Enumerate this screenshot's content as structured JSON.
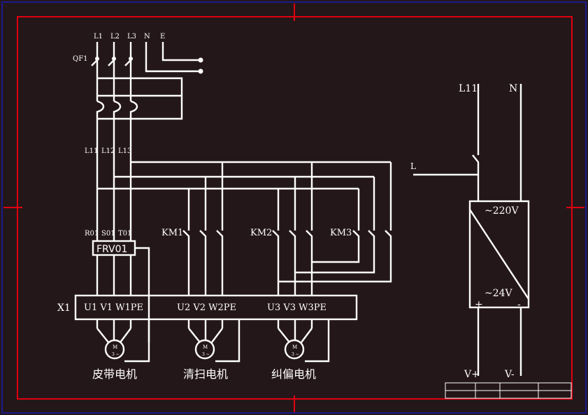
{
  "colors": {
    "background": "#241719",
    "wire": "#ffffff",
    "frame": "#e00010",
    "outer": "#1a1a8c"
  },
  "supply": {
    "L1": "L1",
    "L2": "L2",
    "L3": "L3",
    "N": "N",
    "E": "E"
  },
  "breaker": "QF1",
  "lines": {
    "a": "L11",
    "b": "L12",
    "c": "L13"
  },
  "inverter": {
    "label": "FRV01",
    "in_r": "R01",
    "in_s": "S01",
    "in_t": "T01"
  },
  "contactors": {
    "k1": "KM1",
    "k2": "KM2",
    "k3": "KM3"
  },
  "terminal_strip": {
    "name": "X1",
    "m1": "U1 V1 W1PE",
    "m2": "U2 V2 W2PE",
    "m3": "U3 V3 W3PE"
  },
  "motors": {
    "m1": "皮带电机",
    "m2": "清扫电机",
    "m3": "纠偏电机",
    "symbol": "M",
    "sub": "3 ~"
  },
  "power_supply": {
    "l11": "L11",
    "n": "N",
    "l": "L",
    "input": "~220V",
    "output": "~24V",
    "plus": "+",
    "minus": "-",
    "v_plus": "V+",
    "v_minus": "V-"
  }
}
